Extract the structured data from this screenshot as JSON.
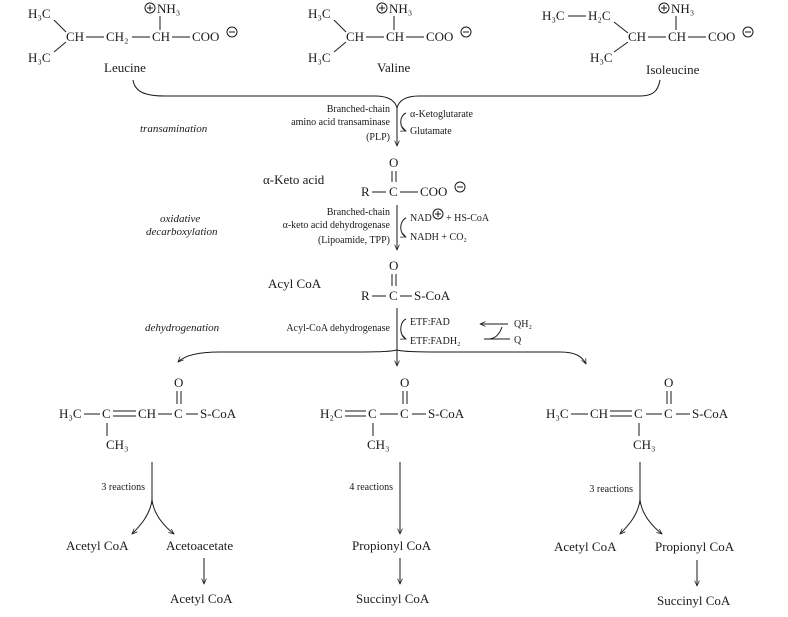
{
  "amino_acids": {
    "leucine": {
      "h3c_top": "H₃C",
      "h3c_bottom": "H₃C",
      "ch": "CH",
      "ch2": "CH₂",
      "ch_alpha": "CH",
      "nh3": "NH₃",
      "coo": "COO",
      "name": "Leucine"
    },
    "valine": {
      "h3c_top": "H₃C",
      "h3c_bottom": "H₃C",
      "ch": "CH",
      "ch_alpha": "CH",
      "nh3": "NH₃",
      "coo": "COO",
      "name": "Valine"
    },
    "isoleucine": {
      "h3c": "H₃C",
      "h2c": "H₂C",
      "h3c_bottom": "H₃C",
      "ch": "CH",
      "ch_alpha": "CH",
      "nh3": "NH₃",
      "coo": "COO",
      "name": "Isoleucine"
    }
  },
  "step1": {
    "label": "transamination",
    "enzyme_line1": "Branched-chain",
    "enzyme_line2": "amino acid transaminase",
    "cofactor": "(PLP)",
    "in": "α-Ketoglutarate",
    "out": "Glutamate"
  },
  "keto_acid": {
    "name": "α-Keto acid",
    "o": "O",
    "r": "R",
    "c": "C",
    "coo": "COO"
  },
  "step2": {
    "label_line1": "oxidative",
    "label_line2": "decarboxylation",
    "enzyme_line1": "Branched-chain",
    "enzyme_line2": "α-keto acid dehydrogenase",
    "cofactor": "(Lipoamide, TPP)",
    "in": "NAD",
    "in2": "+ HS-CoA",
    "out": "NADH + CO₂"
  },
  "acyl_coa": {
    "name": "Acyl CoA",
    "o": "O",
    "r": "R",
    "c": "C",
    "scoa": "S-CoA"
  },
  "step3": {
    "label": "dehydrogenation",
    "enzyme": "Acyl-CoA dehydrogenase",
    "etf_fad": "ETF:FAD",
    "etf_fadh2": "ETF:FADH₂",
    "qh2": "QH₂",
    "q": "Q"
  },
  "products": {
    "left": {
      "h3c": "H₃C",
      "c1": "C",
      "ch": "CH",
      "c2": "C",
      "o": "O",
      "scoa": "S-CoA",
      "ch3": "CH₃",
      "reactions": "3 reactions",
      "out1": "Acetyl CoA",
      "out2": "Acetoacetate",
      "final": "Acetyl CoA"
    },
    "middle": {
      "h2c": "H₂C",
      "c1": "C",
      "c2": "C",
      "o": "O",
      "scoa": "S-CoA",
      "ch3": "CH₃",
      "reactions": "4 reactions",
      "out1": "Propionyl CoA",
      "final": "Succinyl CoA"
    },
    "right": {
      "h3c": "H₃C",
      "ch": "CH",
      "c1": "C",
      "c2": "C",
      "o": "O",
      "scoa": "S-CoA",
      "ch3": "CH₃",
      "reactions": "3 reactions",
      "out1": "Acetyl CoA",
      "out2": "Propionyl CoA",
      "final": "Succinyl CoA"
    }
  }
}
